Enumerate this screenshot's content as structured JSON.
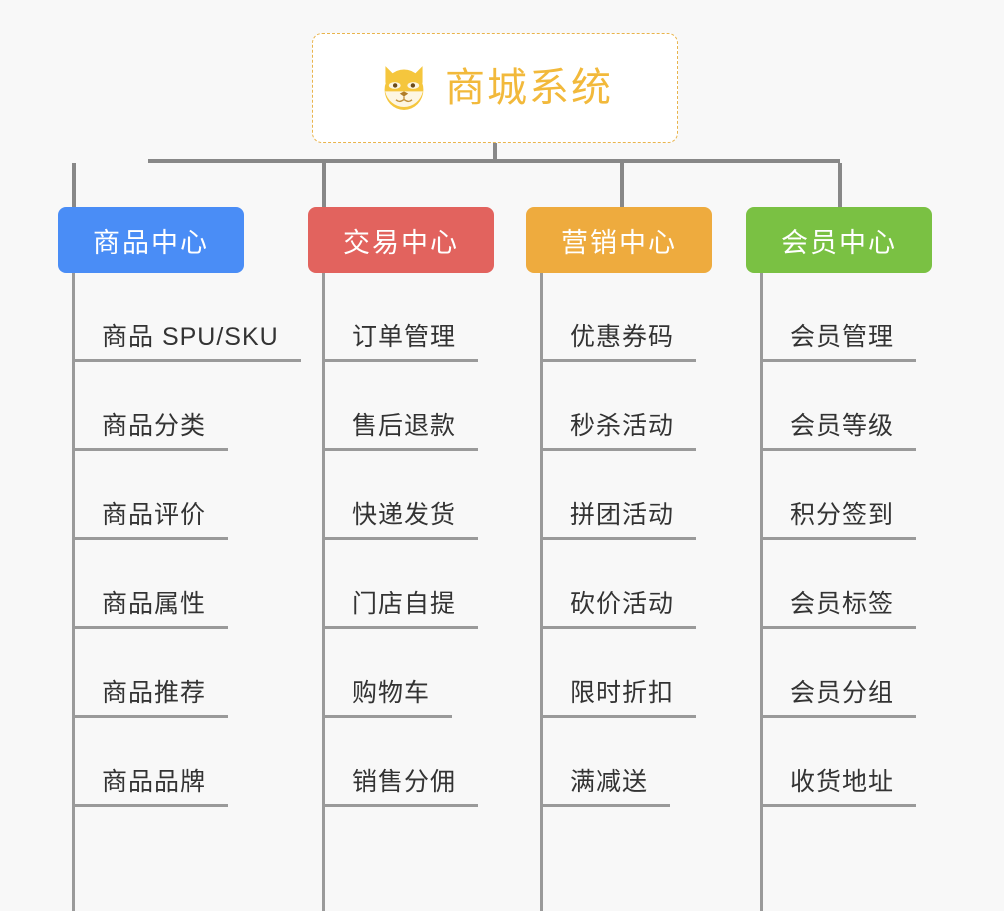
{
  "page": {
    "background_color": "#f8f8f8",
    "line_color": "#888888",
    "child_line_color": "#9a9a9a",
    "text_color": "#333333"
  },
  "root": {
    "title": "商城系统",
    "icon": "shiba-dog-face-icon",
    "title_color": "#f2b93b",
    "border_color": "#e9b44c",
    "background_color": "#ffffff"
  },
  "branches": [
    {
      "label": "商品中心",
      "color": "#4a8df6",
      "children": [
        {
          "label": "商品 SPU/SKU"
        },
        {
          "label": "商品分类"
        },
        {
          "label": "商品评价"
        },
        {
          "label": "商品属性"
        },
        {
          "label": "商品推荐"
        },
        {
          "label": "商品品牌"
        }
      ]
    },
    {
      "label": "交易中心",
      "color": "#e2635e",
      "children": [
        {
          "label": "订单管理"
        },
        {
          "label": "售后退款"
        },
        {
          "label": "快递发货"
        },
        {
          "label": "门店自提"
        },
        {
          "label": "购物车"
        },
        {
          "label": "销售分佣"
        }
      ]
    },
    {
      "label": "营销中心",
      "color": "#eeab3e",
      "children": [
        {
          "label": "优惠券码"
        },
        {
          "label": "秒杀活动"
        },
        {
          "label": "拼团活动"
        },
        {
          "label": "砍价活动"
        },
        {
          "label": "限时折扣"
        },
        {
          "label": "满减送"
        }
      ]
    },
    {
      "label": "会员中心",
      "color": "#7ac143",
      "children": [
        {
          "label": "会员管理"
        },
        {
          "label": "会员等级"
        },
        {
          "label": "积分签到"
        },
        {
          "label": "会员标签"
        },
        {
          "label": "会员分组"
        },
        {
          "label": "收货地址"
        }
      ]
    }
  ]
}
